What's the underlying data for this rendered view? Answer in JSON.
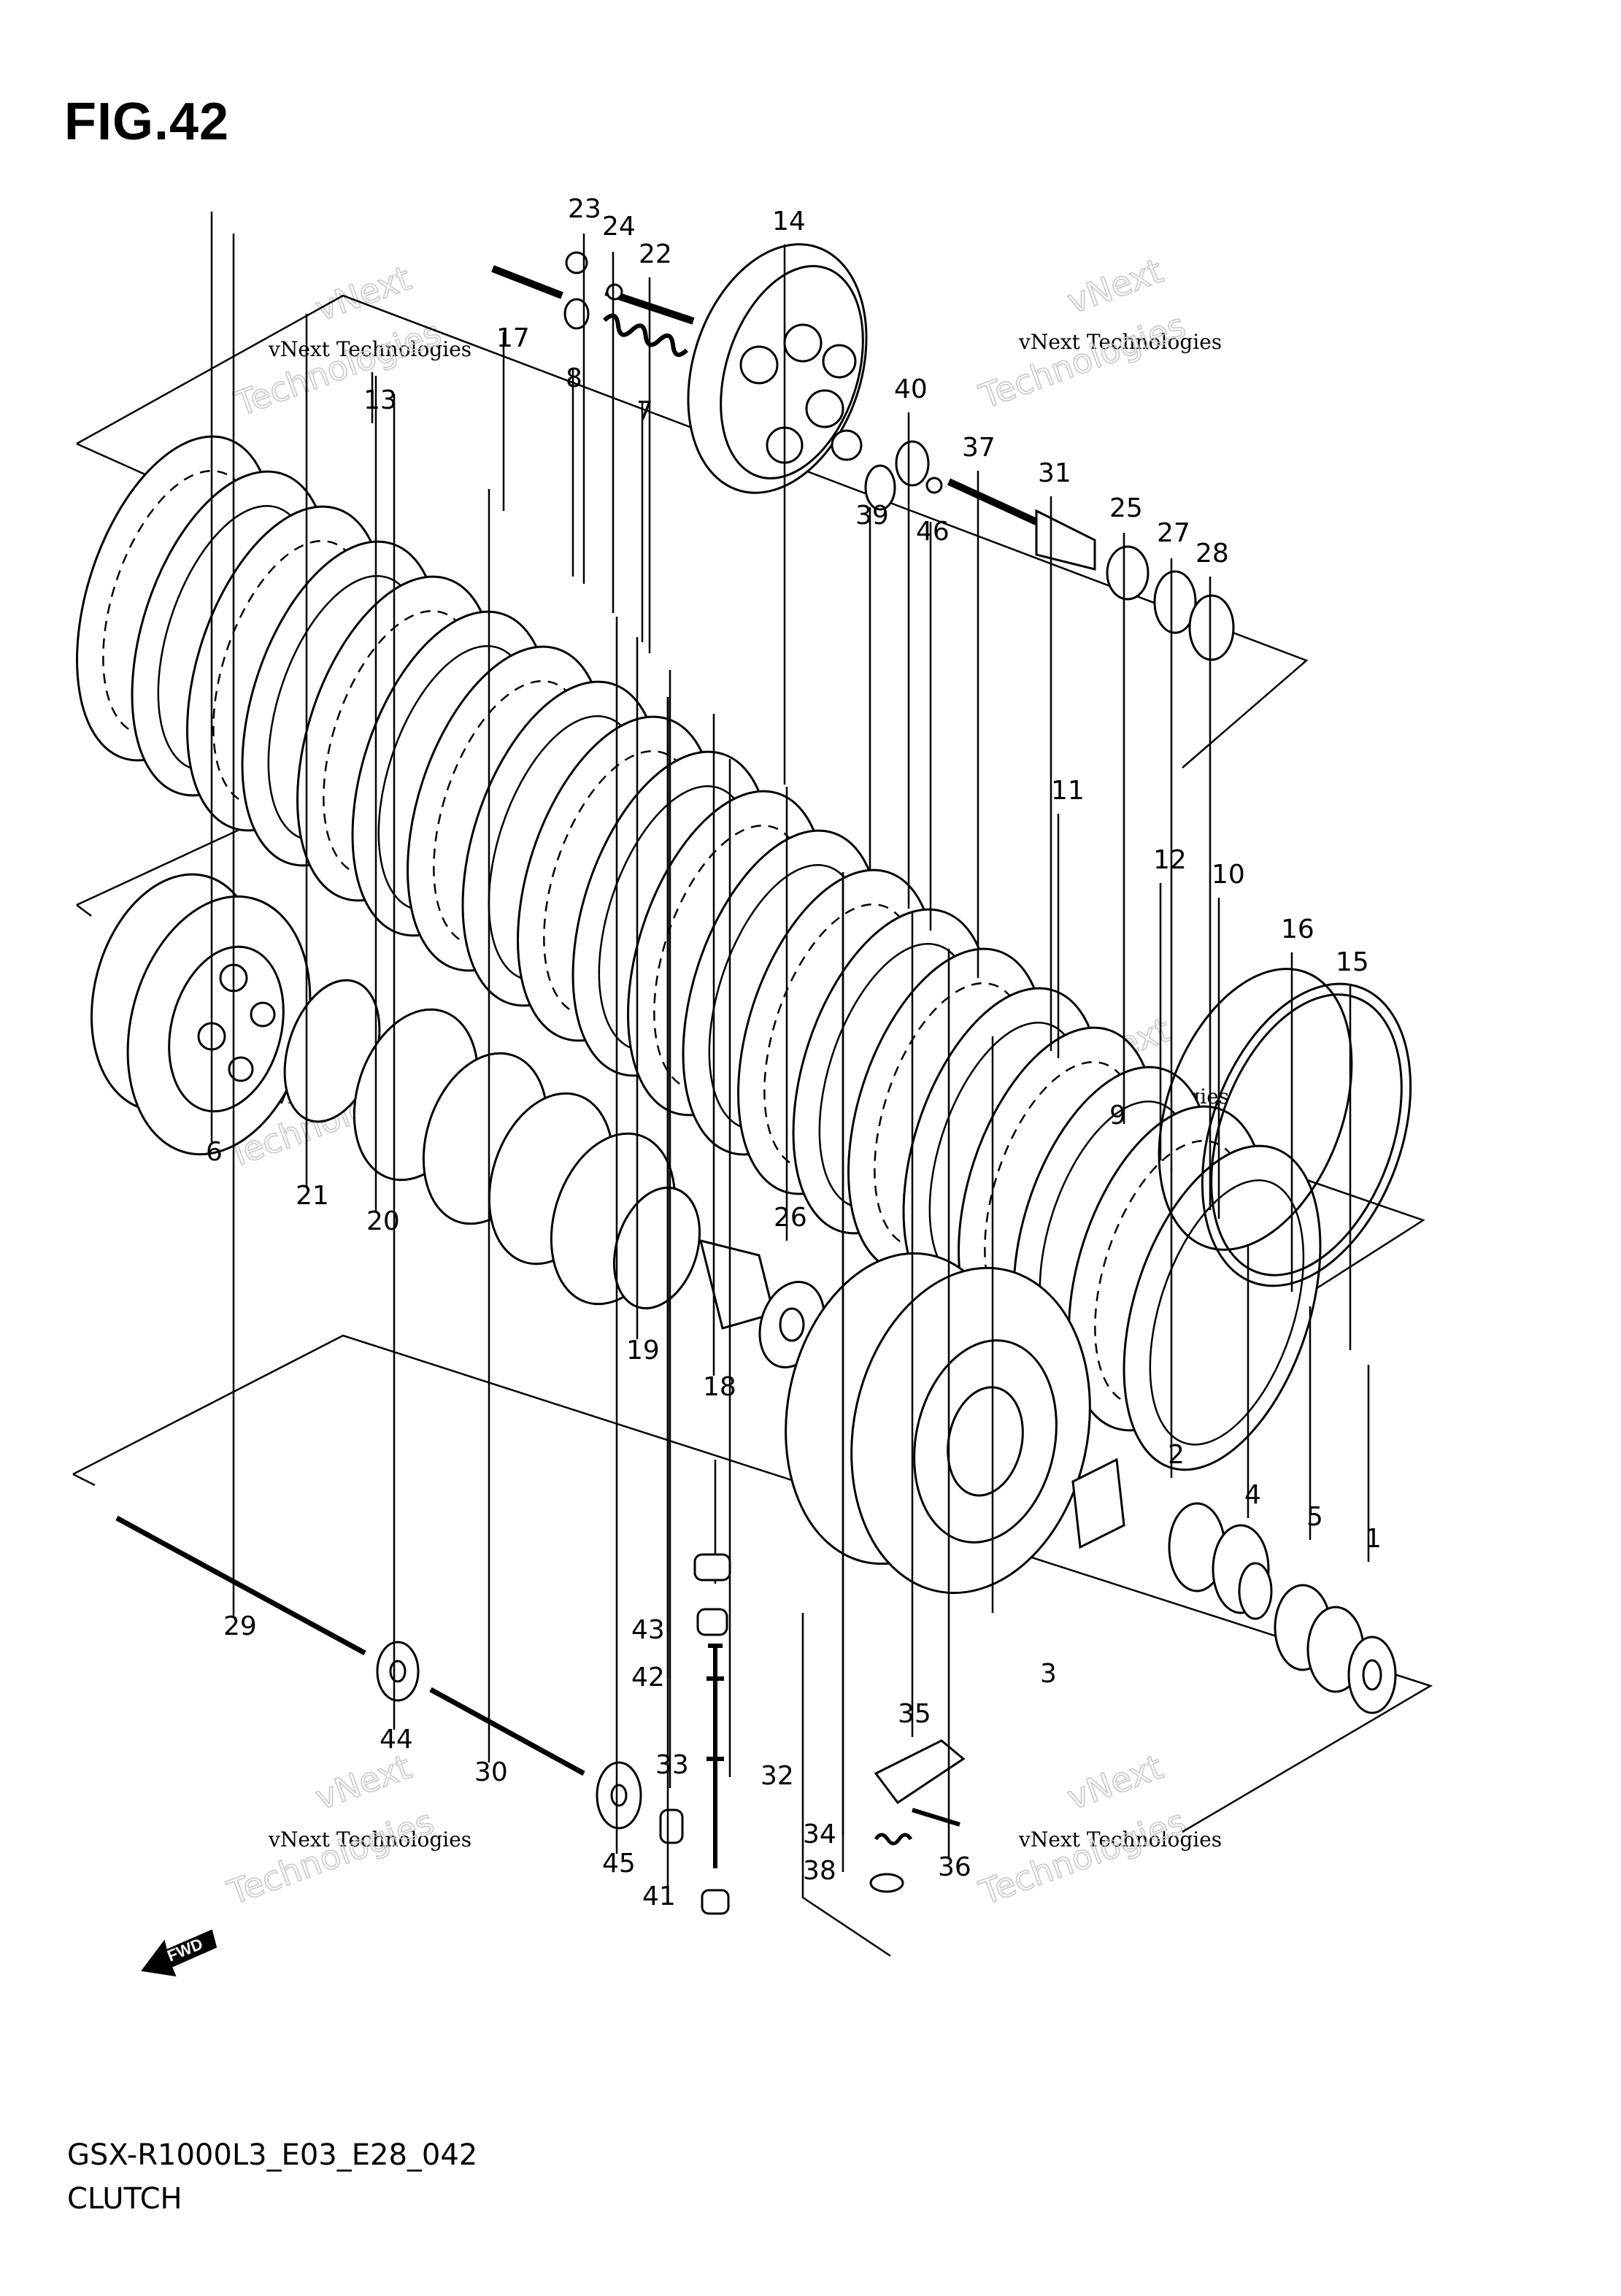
{
  "figure": {
    "title": "FIG.42",
    "code": "GSX-R1000L3_E03_E28_042",
    "name": "CLUTCH"
  },
  "watermark": {
    "line1": "vNext Technologies",
    "line2": "vNext",
    "line3": "Technologies"
  },
  "direction_badge": "FWD",
  "callouts": [
    "1",
    "2",
    "3",
    "4",
    "5",
    "6",
    "7",
    "8",
    "9",
    "10",
    "11",
    "12",
    "13",
    "14",
    "15",
    "16",
    "17",
    "18",
    "19",
    "20",
    "21",
    "22",
    "23",
    "24",
    "25",
    "26",
    "27",
    "28",
    "29",
    "30",
    "31",
    "32",
    "33",
    "34",
    "35",
    "36",
    "37",
    "38",
    "39",
    "40",
    "41",
    "42",
    "43",
    "44",
    "45",
    "46"
  ],
  "colors": {
    "line": "#000000",
    "watermark": "#c8c8c8",
    "background": "#ffffff"
  }
}
